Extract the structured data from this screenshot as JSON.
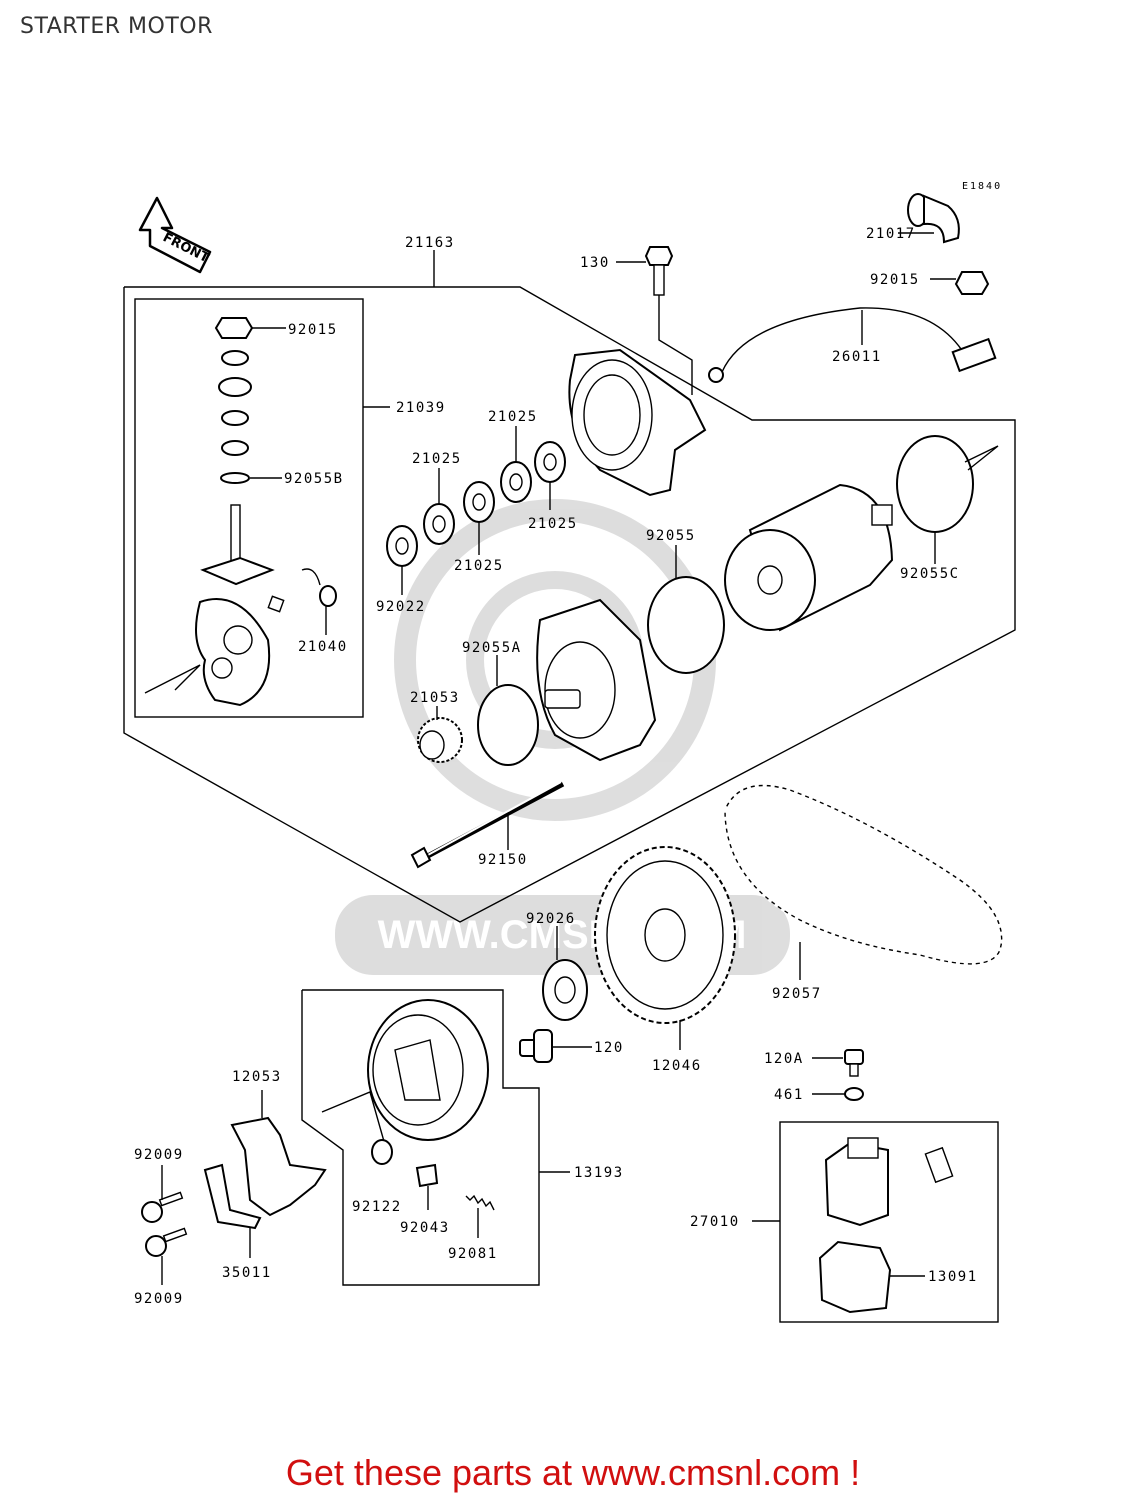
{
  "title": "STARTER MOTOR",
  "diagram_code": "E1840",
  "front_label": "FRONT",
  "watermark": "WWW.CMSNL.COM",
  "labels": {
    "p21163": "21163",
    "p130": "130",
    "p21017": "21017",
    "p92015a": "92015",
    "p26011": "26011",
    "p92015b": "92015",
    "p21039": "21039",
    "p92055b": "92055B",
    "p21040": "21040",
    "p21025a": "21025",
    "p21025b": "21025",
    "p21025c": "21025",
    "p21025d": "21025",
    "p92022": "92022",
    "p92055": "92055",
    "p92055c": "92055C",
    "p92055a": "92055A",
    "p21053": "21053",
    "p92150": "92150",
    "p92026": "92026",
    "p92057": "92057",
    "p120": "120",
    "p12046": "12046",
    "p120a": "120A",
    "p461": "461",
    "p12053": "12053",
    "p92009a": "92009",
    "p92009b": "92009",
    "p35011": "35011",
    "p92122": "92122",
    "p92043": "92043",
    "p92081": "92081",
    "p13193": "13193",
    "p27010": "27010",
    "p13091": "13091"
  },
  "footer": "Get these parts at www.cmsnl.com !"
}
